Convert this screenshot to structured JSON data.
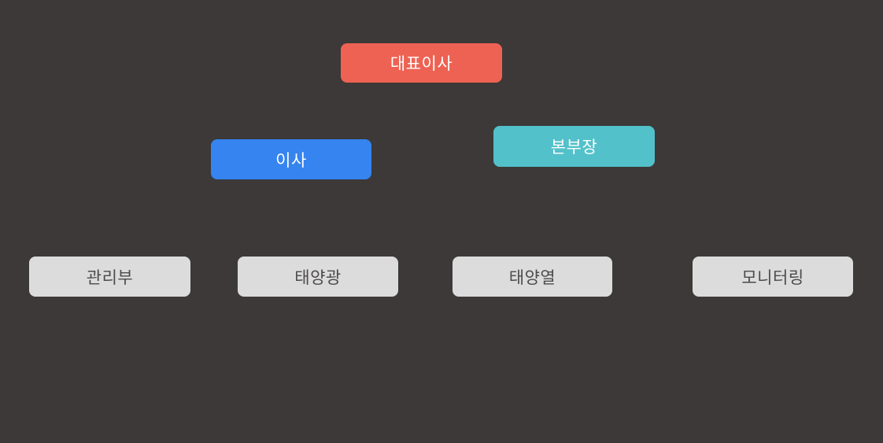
{
  "diagram": {
    "type": "org-chart",
    "background": "#3c3938",
    "nodes": [
      {
        "label": "대표이사",
        "level": 1,
        "fill": "#ee6253",
        "text_color": "#ffffff"
      },
      {
        "label": "이사",
        "level": 2,
        "fill": "#3584f0",
        "text_color": "#ffffff"
      },
      {
        "label": "본부장",
        "level": 2,
        "fill": "#52c1ca",
        "text_color": "#ffffff"
      },
      {
        "label": "관리부",
        "level": 3,
        "fill": "#dcdcdc",
        "text_color": "#4d4a4a"
      },
      {
        "label": "태양광",
        "level": 3,
        "fill": "#dcdcdc",
        "text_color": "#4d4a4a"
      },
      {
        "label": "태양열",
        "level": 3,
        "fill": "#dcdcdc",
        "text_color": "#4d4a4a"
      },
      {
        "label": "모니터링",
        "level": 3,
        "fill": "#dcdcdc",
        "text_color": "#4d4a4a"
      }
    ]
  }
}
